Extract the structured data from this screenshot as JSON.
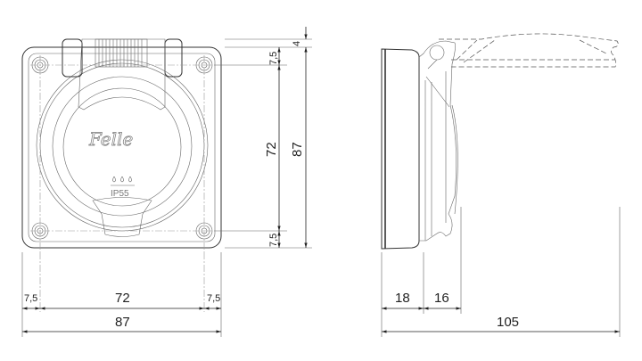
{
  "front_view": {
    "brand_logo": "Felle",
    "ip_rating": "IP55",
    "dimensions": {
      "right_hinge_offset": "4",
      "right_top_offset": "7,5",
      "right_hole_spacing": "72",
      "right_bottom_offset": "7,5",
      "right_total": "87",
      "bottom_left_offset": "7,5",
      "bottom_hole_spacing": "72",
      "bottom_right_offset": "7,5",
      "bottom_total": "87"
    }
  },
  "side_view": {
    "dimensions": {
      "base_depth": "18",
      "lid_depth": "16",
      "open_total": "105"
    }
  }
}
